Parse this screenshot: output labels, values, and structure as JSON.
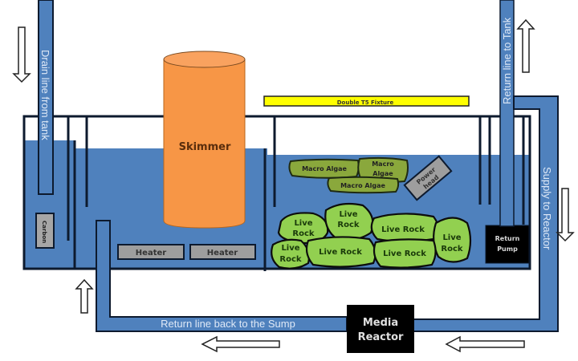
{
  "title": "Sump plumbing diagram",
  "colors": {
    "water": "#4f81bd",
    "pipe": "#4f81bd",
    "outline": "#0d1a2e",
    "skimmer": "#f79646",
    "fixture": "#ffff00",
    "macro_algae": "#8aa83c",
    "live_rock": "#92d050",
    "heater": "#9e9e9e",
    "pump": "#000000"
  },
  "pipes": {
    "drain": "Drain line from tank",
    "return_to_tank": "Return line to Tank",
    "supply_to_reactor": "Supply to Reactor",
    "return_to_sump": "Return line back to the Sump"
  },
  "components": {
    "skimmer": "Skimmer",
    "fixture": "Double T5 Fixture",
    "carbon": "Carbon",
    "heaters": [
      "Heater",
      "Heater"
    ],
    "macro_algae": [
      "Macro Algae",
      "Macro",
      "Algae",
      "Macro Algae"
    ],
    "powerhead": [
      "Power",
      "head"
    ],
    "return_pump": [
      "Return",
      "Pump"
    ],
    "media_reactor": [
      "Media",
      "Reactor"
    ],
    "live_rocks": [
      [
        "Live",
        "Rock"
      ],
      [
        "Live",
        "Rock"
      ],
      [
        "Live Rock"
      ],
      [
        "Live",
        "Rock"
      ],
      [
        "Live",
        "Rock"
      ],
      [
        "Live Rock"
      ],
      [
        "Live Rock"
      ]
    ]
  },
  "flow_arrows": [
    "down",
    "up",
    "up",
    "down",
    "left",
    "left"
  ]
}
